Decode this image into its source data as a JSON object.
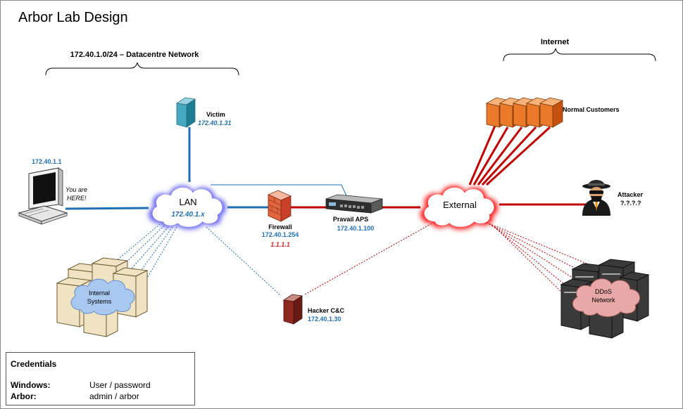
{
  "title": "Arbor Lab Design",
  "datacentre": {
    "label": "172.40.1.0/24 – Datacentre Network"
  },
  "internet": {
    "label": "Internet"
  },
  "victim": {
    "name": "Victim",
    "ip": "172.40.1.31"
  },
  "pc": {
    "ip": "172.40.1.1",
    "note_line1": "You are",
    "note_line2": "HERE!"
  },
  "lan": {
    "name": "LAN",
    "ip": "172.40.1.x"
  },
  "firewall": {
    "name": "Firewall",
    "ip": "172.40.1.254",
    "ext_ip": "1.1.1.1"
  },
  "aps": {
    "name": "Pravail APS",
    "ip": "172.40.1.100"
  },
  "external": {
    "name": "External"
  },
  "customers": {
    "name": "Normal Customers"
  },
  "attacker": {
    "name": "Attacker",
    "ip": "?.?.?.?"
  },
  "internal": {
    "line1": "Internal",
    "line2": "Systems"
  },
  "hacker": {
    "name": "Hacker C&C",
    "ip": "172.40.1.30"
  },
  "ddos": {
    "line1": "DDoS",
    "line2": "Network"
  },
  "credentials": {
    "title": "Credentials",
    "rows": [
      {
        "key": "Windows:",
        "value": "User / password"
      },
      {
        "key": "Arbor:",
        "value": "admin / arbor"
      }
    ]
  },
  "colors": {
    "ip_blue": "#1f6fb5",
    "link_red": "#c00000",
    "link_blue": "#1f6fb5",
    "alert_red": "#e02020"
  }
}
